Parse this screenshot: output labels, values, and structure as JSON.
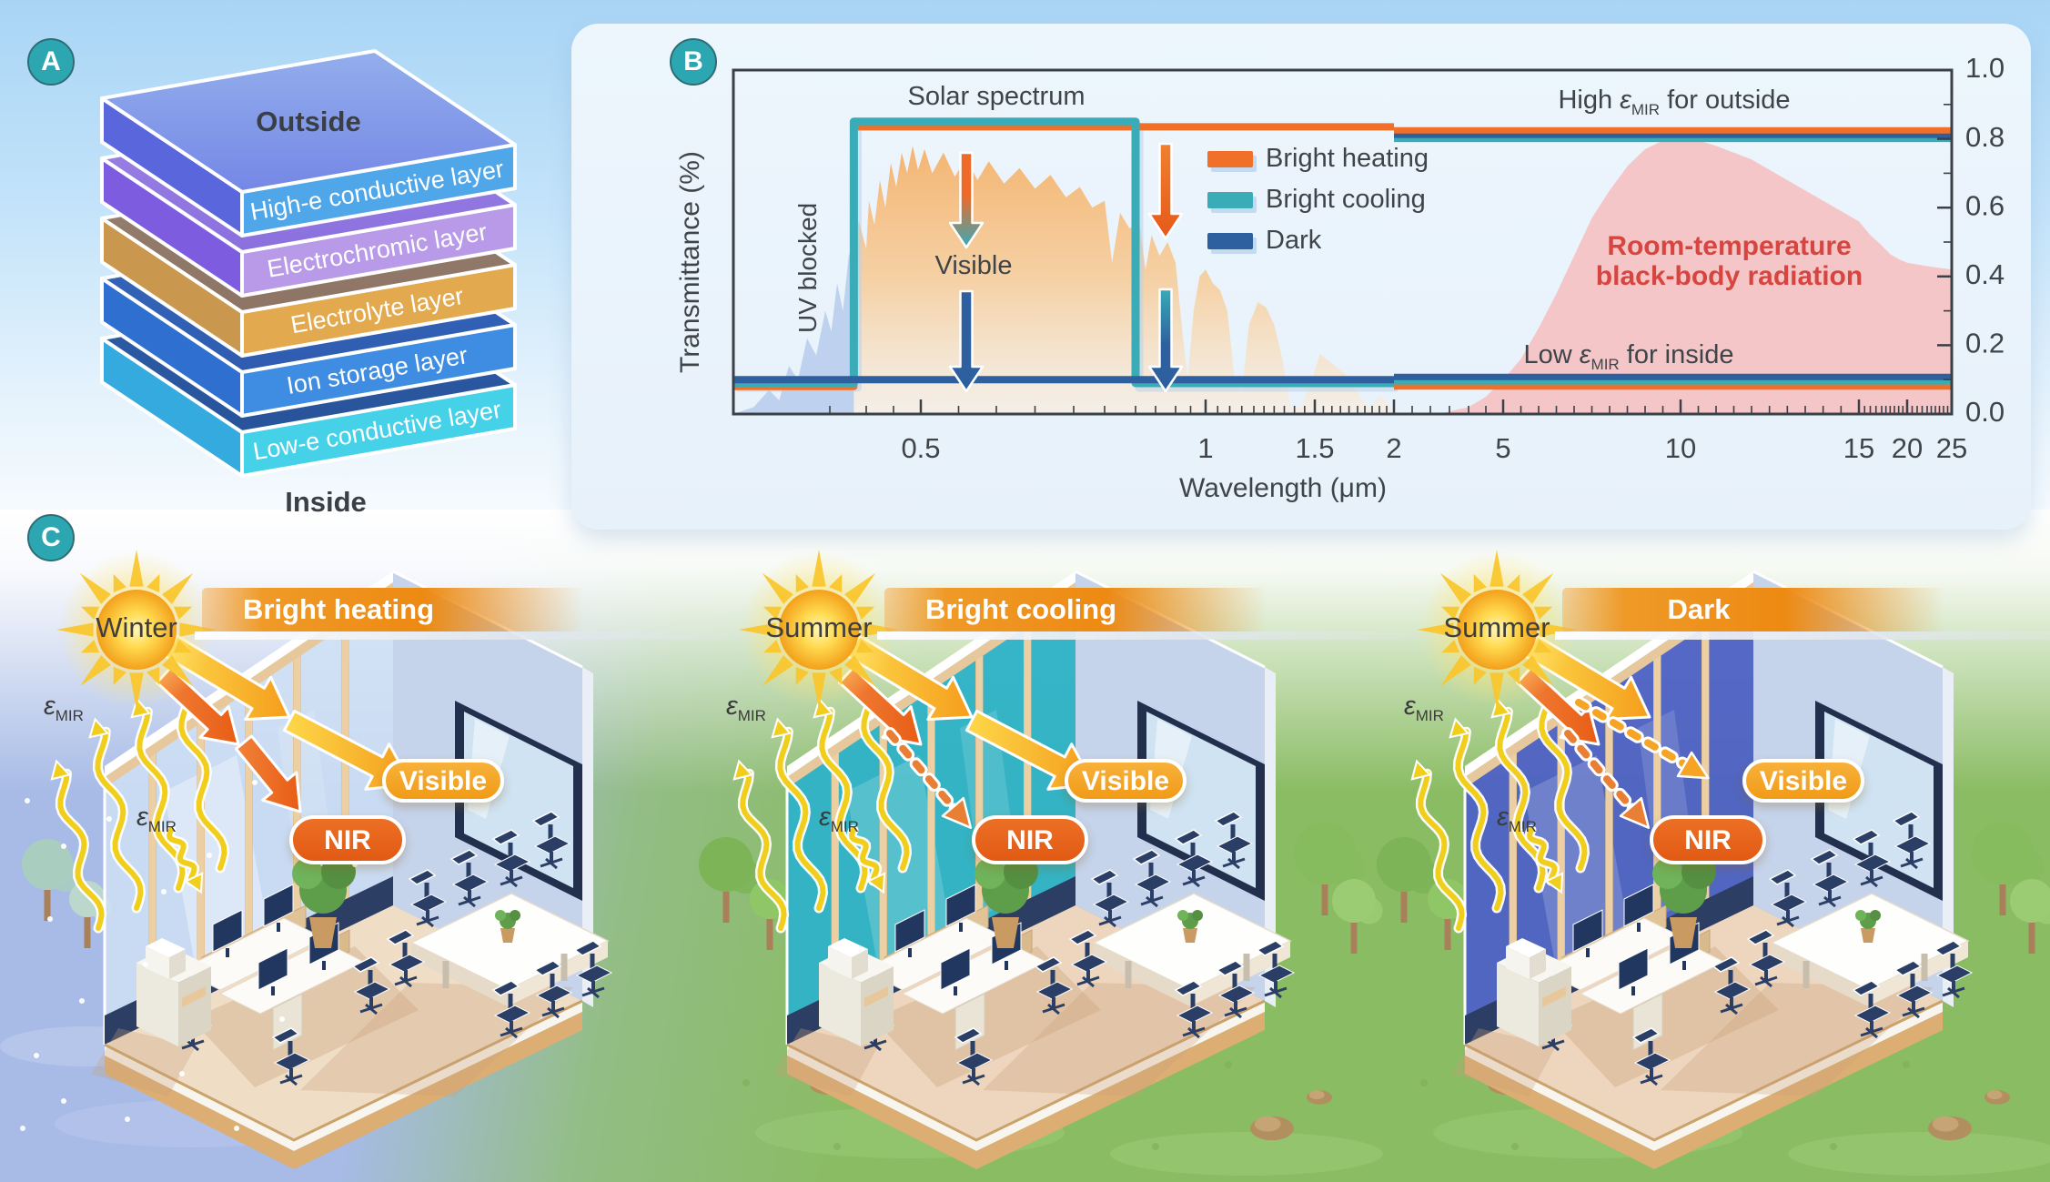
{
  "badges": {
    "a": "A",
    "b": "B",
    "c": "C"
  },
  "panelA": {
    "outside_label": "Outside",
    "inside_label": "Inside",
    "layers": [
      {
        "label": "High-e conductive layer",
        "top1": "#93aeec",
        "top2": "#7487e6",
        "left": "#5a66dc",
        "front": "#4fa6e8"
      },
      {
        "label": "Electrochromic layer",
        "top1": "#9b84e4",
        "top2": "#8a70de",
        "left": "#7e5ce0",
        "front": "#b89ae8"
      },
      {
        "label": "Electrolyte layer",
        "top1": "#97806f",
        "top2": "#8d7465",
        "left": "#c9974d",
        "front": "#e2a94e"
      },
      {
        "label": "Ion storage layer",
        "top1": "#3566bb",
        "top2": "#2f5cb0",
        "left": "#2f6fd0",
        "front": "#3f8de2"
      },
      {
        "label": "Low-e conductive layer",
        "top1": "#2d5da8",
        "top2": "#28539a",
        "left": "#35aade",
        "front": "#45d2e8"
      }
    ]
  },
  "chart_data": {
    "type": "line",
    "xlabel": "Wavelength (μm)",
    "ylabel": "Transmittance (%)",
    "x_range": [
      0.25,
      25
    ],
    "y_range": [
      0,
      1
    ],
    "x_ticks": {
      "values": [
        0.5,
        1,
        1.5,
        2,
        5,
        10,
        15,
        20,
        25
      ],
      "labels": [
        "0.5",
        "1",
        "1.5",
        "2",
        "5",
        "10",
        "15",
        "20",
        "25"
      ]
    },
    "y_ticks": {
      "values": [
        1.0,
        0.8,
        0.6,
        0.4,
        0.2,
        0.0
      ],
      "labels": [
        "1.0",
        "0.8",
        "0.6",
        "0.4",
        "0.2",
        "0.0"
      ],
      "side": "right"
    },
    "mir_range": [
      2,
      25
    ],
    "series": [
      {
        "name": "Bright heating",
        "color": "#f0702a",
        "solar_transmittance": [
          [
            0.25,
            0.08
          ],
          [
            0.383,
            0.08
          ],
          [
            0.383,
            0.835
          ],
          [
            2,
            0.835
          ]
        ],
        "mir_emissivity_outside": 0.825,
        "mir_emissivity_inside": 0.08
      },
      {
        "name": "Bright cooling",
        "color": "#3aacb8",
        "solar_transmittance": [
          [
            0.25,
            0.09
          ],
          [
            0.383,
            0.09
          ],
          [
            0.383,
            0.85
          ],
          [
            0.8,
            0.85
          ],
          [
            0.8,
            0.09
          ],
          [
            2,
            0.09
          ]
        ],
        "mir_emissivity_outside": 0.8,
        "mir_emissivity_inside": 0.095
      },
      {
        "name": "Dark",
        "color": "#2e5f9e",
        "solar_transmittance": [
          [
            0.25,
            0.1
          ],
          [
            2,
            0.1
          ]
        ],
        "mir_emissivity_outside": 0.812,
        "mir_emissivity_inside": 0.108
      }
    ],
    "solar_spectrum": {
      "color": "#f5b069",
      "uv_color": "#b6cbec",
      "uv_boundary": 0.383,
      "uv_points": [
        [
          0.25,
          0
        ],
        [
          0.27,
          0.02
        ],
        [
          0.285,
          0.07
        ],
        [
          0.295,
          0.04
        ],
        [
          0.305,
          0.14
        ],
        [
          0.315,
          0.1
        ],
        [
          0.325,
          0.22
        ],
        [
          0.335,
          0.17
        ],
        [
          0.345,
          0.3
        ],
        [
          0.352,
          0.24
        ],
        [
          0.36,
          0.38
        ],
        [
          0.368,
          0.3
        ],
        [
          0.376,
          0.46
        ],
        [
          0.383,
          0.5
        ]
      ],
      "points": [
        [
          0.383,
          0.5
        ],
        [
          0.39,
          0.56
        ],
        [
          0.4,
          0.48
        ],
        [
          0.405,
          0.62
        ],
        [
          0.415,
          0.55
        ],
        [
          0.425,
          0.68
        ],
        [
          0.435,
          0.6
        ],
        [
          0.445,
          0.73
        ],
        [
          0.455,
          0.66
        ],
        [
          0.465,
          0.76
        ],
        [
          0.475,
          0.7
        ],
        [
          0.485,
          0.78
        ],
        [
          0.495,
          0.71
        ],
        [
          0.505,
          0.77
        ],
        [
          0.515,
          0.7
        ],
        [
          0.53,
          0.76
        ],
        [
          0.545,
          0.69
        ],
        [
          0.56,
          0.745
        ],
        [
          0.575,
          0.68
        ],
        [
          0.59,
          0.735
        ],
        [
          0.61,
          0.67
        ],
        [
          0.63,
          0.715
        ],
        [
          0.65,
          0.655
        ],
        [
          0.67,
          0.695
        ],
        [
          0.69,
          0.63
        ],
        [
          0.71,
          0.66
        ],
        [
          0.73,
          0.6
        ],
        [
          0.75,
          0.62
        ],
        [
          0.762,
          0.44
        ],
        [
          0.775,
          0.585
        ],
        [
          0.79,
          0.54
        ],
        [
          0.81,
          0.55
        ],
        [
          0.825,
          0.42
        ],
        [
          0.84,
          0.52
        ],
        [
          0.86,
          0.46
        ],
        [
          0.88,
          0.5
        ],
        [
          0.9,
          0.44
        ],
        [
          0.92,
          0.26
        ],
        [
          0.94,
          0.1
        ],
        [
          0.96,
          0.3
        ],
        [
          0.98,
          0.4
        ],
        [
          1.0,
          0.42
        ],
        [
          1.03,
          0.38
        ],
        [
          1.06,
          0.36
        ],
        [
          1.09,
          0.3
        ],
        [
          1.12,
          0.1
        ],
        [
          1.15,
          0.06
        ],
        [
          1.18,
          0.26
        ],
        [
          1.22,
          0.325
        ],
        [
          1.26,
          0.31
        ],
        [
          1.3,
          0.26
        ],
        [
          1.34,
          0.16
        ],
        [
          1.38,
          0.02
        ],
        [
          1.43,
          0.02
        ],
        [
          1.48,
          0.09
        ],
        [
          1.53,
          0.175
        ],
        [
          1.58,
          0.155
        ],
        [
          1.63,
          0.135
        ],
        [
          1.68,
          0.115
        ],
        [
          1.73,
          0.08
        ],
        [
          1.78,
          0.045
        ],
        [
          1.84,
          0.015
        ],
        [
          1.9,
          0.055
        ],
        [
          1.95,
          0.035
        ],
        [
          2.0,
          0.01
        ]
      ]
    },
    "blackbody": {
      "color": "#f8b4b4",
      "points": [
        [
          3.2,
          0
        ],
        [
          4,
          0.02
        ],
        [
          4.5,
          0.05
        ],
        [
          5,
          0.1
        ],
        [
          5.5,
          0.16
        ],
        [
          6,
          0.25
        ],
        [
          6.5,
          0.35
        ],
        [
          7,
          0.46
        ],
        [
          7.5,
          0.57
        ],
        [
          8,
          0.65
        ],
        [
          8.5,
          0.72
        ],
        [
          9,
          0.77
        ],
        [
          9.5,
          0.795
        ],
        [
          10,
          0.8
        ],
        [
          10.5,
          0.795
        ],
        [
          11,
          0.78
        ],
        [
          12,
          0.74
        ],
        [
          13,
          0.68
        ],
        [
          14,
          0.62
        ],
        [
          15,
          0.56
        ],
        [
          16,
          0.52
        ],
        [
          17,
          0.49
        ],
        [
          18,
          0.465
        ],
        [
          19,
          0.45
        ],
        [
          20,
          0.44
        ],
        [
          22,
          0.43
        ],
        [
          25,
          0.42
        ]
      ]
    },
    "annotations": {
      "solar_spectrum": "Solar spectrum",
      "uv_blocked": "UV blocked",
      "visible": "Visible",
      "high_emissivity": {
        "pre": "High ",
        "post": " for outside"
      },
      "low_emissivity": {
        "pre": "Low ",
        "post": " for inside"
      },
      "blackbody_l1": "Room-temperature",
      "blackbody_l2": "black-body radiation"
    }
  },
  "common": {
    "epsilon": "ε",
    "mir_sub": "MIR"
  },
  "scenes": [
    {
      "season": "Winter",
      "mode": "Bright heating",
      "visible_label": "Visible",
      "nir_label": "NIR",
      "environment": "winter",
      "glass": "#cfe0f5",
      "visible_arrow": "solid",
      "nir_arrow": "solid"
    },
    {
      "season": "Summer",
      "mode": "Bright cooling",
      "visible_label": "Visible",
      "nir_label": "NIR",
      "environment": "summer",
      "glass": "#2eb2c8",
      "visible_arrow": "solid",
      "nir_arrow": "dotted"
    },
    {
      "season": "Summer",
      "mode": "Dark",
      "visible_label": "Visible",
      "nir_label": "NIR",
      "environment": "summer",
      "glass": "#4e61c6",
      "visible_arrow": "dotted",
      "nir_arrow": "dotted"
    }
  ]
}
